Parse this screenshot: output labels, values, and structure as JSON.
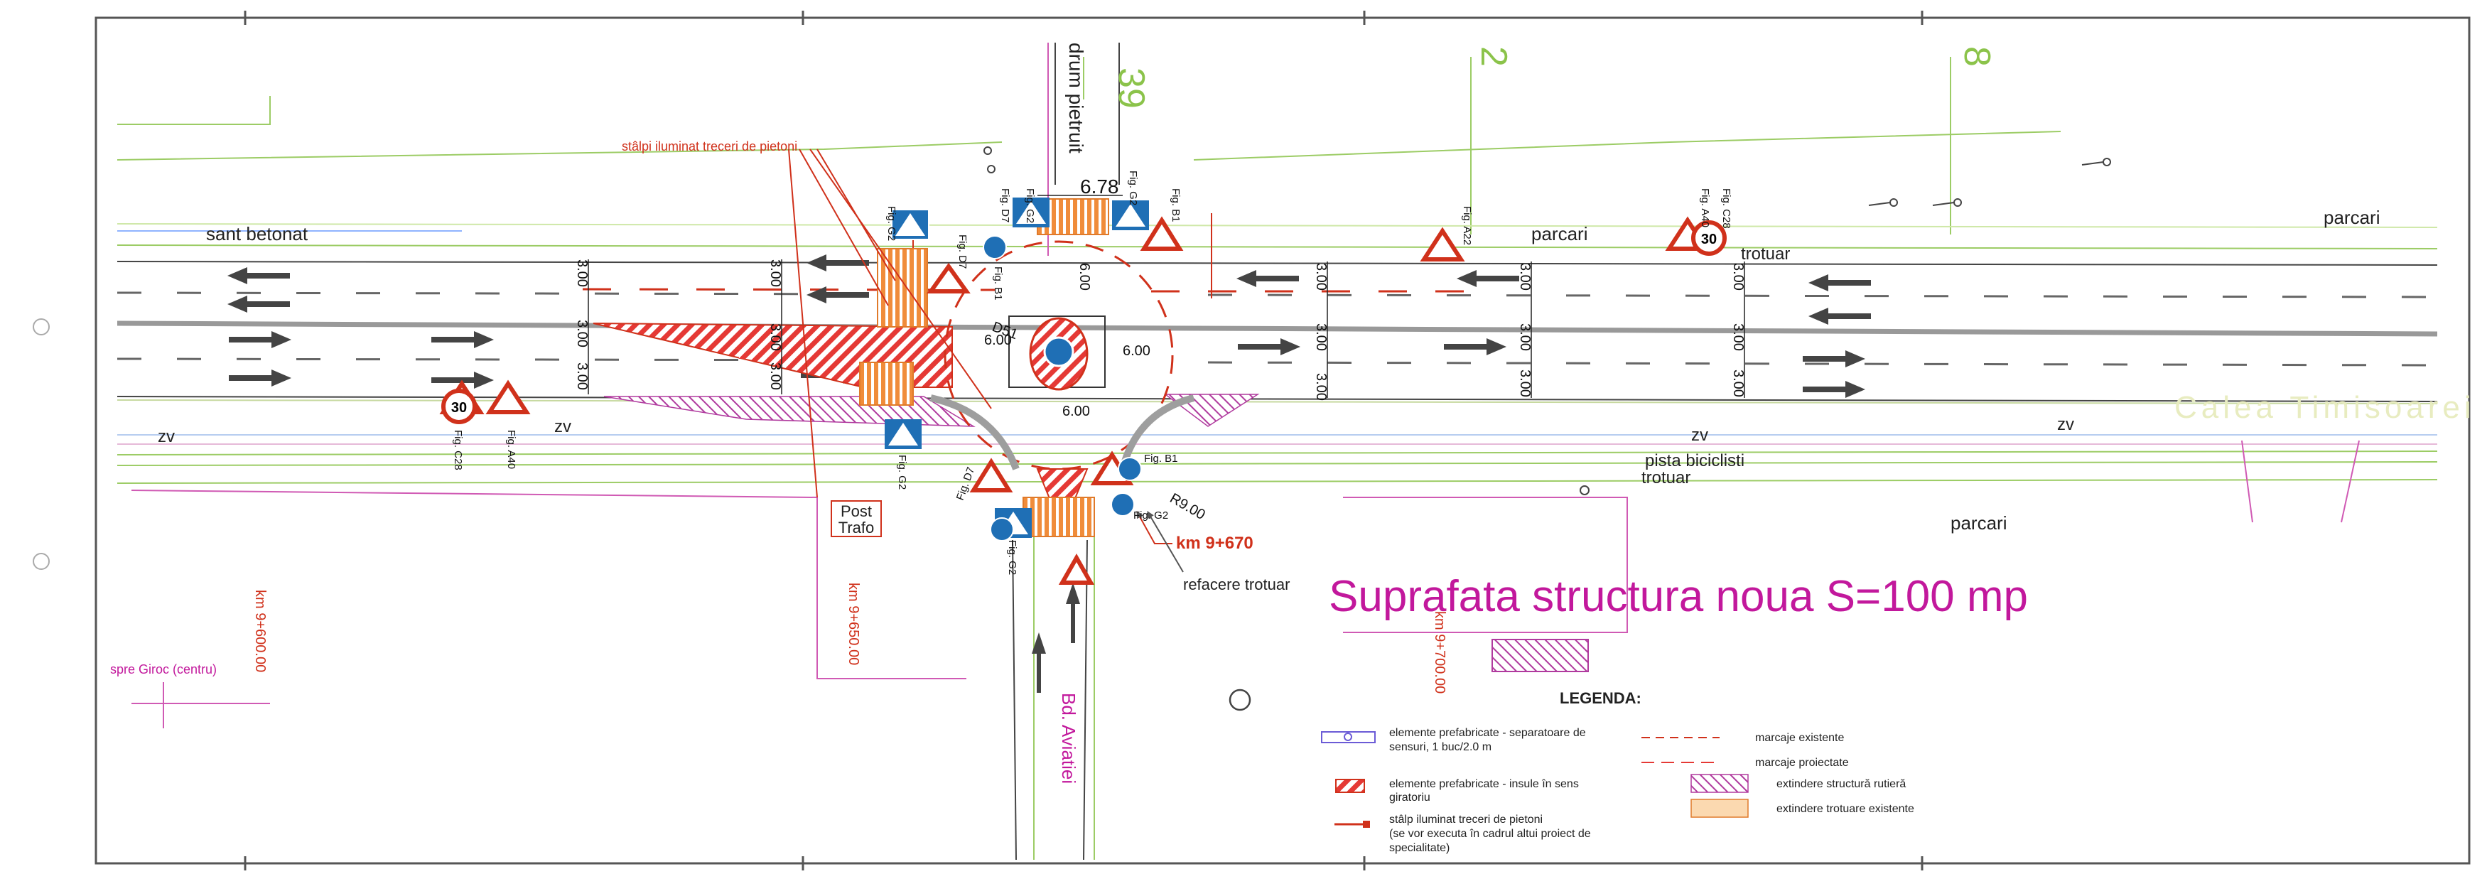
{
  "labels": {
    "sant_betonat": "sant betonat",
    "parcari_top_mid": "parcari",
    "parcari_top_right": "parcari",
    "parcari_bottom": "parcari",
    "trotuar_top": "trotuar",
    "trotuar_bottom": "trotuar",
    "pista": "pista biciclisti",
    "zv_left1": "zv",
    "zv_left2": "zv",
    "zv_mid": "zv",
    "zv_right": "zv",
    "drum_pietruit": "drum pietruit",
    "bd_aviatiei": "Bd. Aviatiei",
    "calea": "Calea Timisoarei",
    "post_trafo_1": "Post",
    "post_trafo_2": "Trafo",
    "spre_giroc": "spre Giroc (centru)",
    "stalpi": "stâlpi iluminat treceri de pietoni",
    "km_670": "km 9+670",
    "refacere_trotuar": "refacere trotuar",
    "suprafata": "Suprafata structura noua S=100 mp",
    "km_600": "km 9+600.00",
    "km_650": "km 9+650.00",
    "km_700": "km 9+700.00",
    "sheet_39": "39",
    "sheet_2": "2",
    "sheet_8": "8",
    "dim_678": "6.78",
    "dim_600_a": "6.00",
    "dim_600_b": "6.00",
    "dim_600_c": "6.00",
    "dim_600_d": "6.00",
    "dim_300": "3.00",
    "dim_d51": "D51",
    "dim_r900": "R9.00",
    "speed": "30"
  },
  "fig_labels": {
    "g2": "Fig. G2",
    "b1": "Fig. B1",
    "c28": "Fig. C28",
    "a40": "Fig. A40",
    "d7": "Fig. D7",
    "a22": "Fig. A22"
  },
  "legend": {
    "title": "LEGENDA:",
    "items": [
      {
        "l1": "elemente prefabricate - separatoare de",
        "l2": "sensuri, 1 buc/2.0 m",
        "l3": ""
      },
      {
        "l1": "elemente prefabricate - insule în sens",
        "l2": "giratoriu",
        "l3": ""
      },
      {
        "l1": "stâlp iluminat treceri de pietoni",
        "l2": "(se vor executa în cadrul altui proiect de",
        "l3": "specialitate)"
      },
      {
        "l1": "marcaje existente",
        "l2": "",
        "l3": ""
      },
      {
        "l1": "marcaje proiectate",
        "l2": "",
        "l3": ""
      },
      {
        "l1": "extindere structură rutieră",
        "l2": "",
        "l3": ""
      },
      {
        "l1": "extindere trotuare existente",
        "l2": "",
        "l3": ""
      }
    ]
  },
  "colors": {
    "red": "#d0311b",
    "pink": "#c2189c",
    "green": "#7fbf3f",
    "hatch": "#e53935",
    "blue_sign": "#1f6fb5"
  }
}
